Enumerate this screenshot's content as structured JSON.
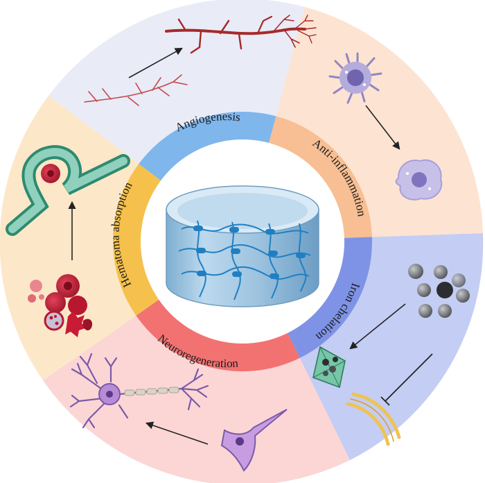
{
  "labels": {
    "angiogenesis": "Angiogenesis",
    "anti_inflammation": "Anti-inflammation",
    "iron_chelation": "Iron chelation",
    "neuroregeneration": "Neuroregeneration",
    "hematoma_absorption": "Hematoma absorption"
  },
  "colors": {
    "angiogenesis_band": "#7fb6ec",
    "angiogenesis_sector": "#e9ebf7",
    "anti_inflammation_band": "#f7bf93",
    "anti_inflammation_sector": "#fde3d2",
    "iron_chelation_band": "#7f93e6",
    "iron_chelation_sector": "#c4cdf3",
    "neuroregeneration_band": "#f27272",
    "neuroregeneration_sector": "#fbd6d5",
    "hematoma_band": "#f5c14c",
    "hematoma_sector": "#fde7c9",
    "vessel": "#b23a3a",
    "hydrogel": "#9fc6e3",
    "network": "#1f7fc2"
  },
  "icons": {
    "center": "hydrogel-cylinder-icon",
    "angiogenesis": [
      "capillary-icon",
      "branching-vessel-icon"
    ],
    "anti_inflammation": [
      "activated-macrophage-icon",
      "resting-macrophage-icon"
    ],
    "iron_chelation": [
      "iron-ions-icon",
      "chelated-iron-icon",
      "cell-membrane-icon"
    ],
    "neuroregeneration": [
      "neuron-icon",
      "damaged-neuron-icon"
    ],
    "hematoma": [
      "vessel-loop-icon",
      "red-blood-cell-icon",
      "lysed-erythrocytes-icon"
    ]
  }
}
